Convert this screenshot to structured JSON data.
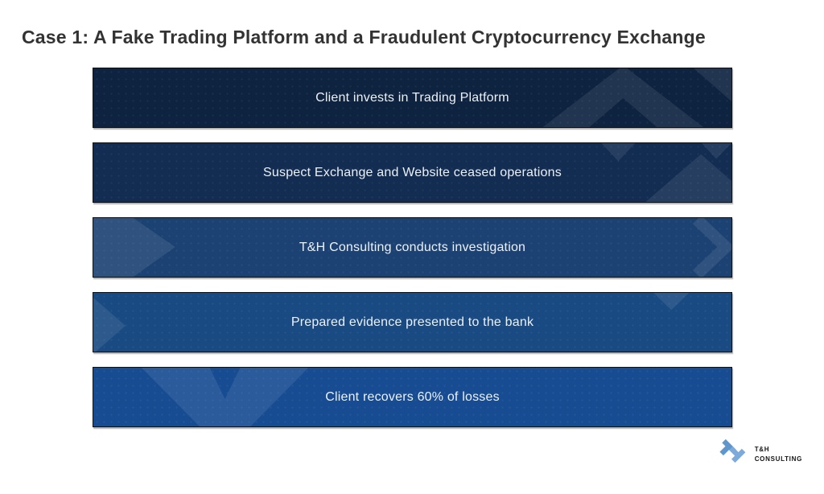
{
  "title": "Case 1: A Fake Trading Platform and a Fraudulent Cryptocurrency Exchange",
  "steps": [
    {
      "label": "Client invests in Trading Platform",
      "color": "#0E2340"
    },
    {
      "label": "Suspect Exchange and Website ceased operations",
      "color": "#122C52"
    },
    {
      "label": "T&H Consulting conducts investigation",
      "color": "#1C4273"
    },
    {
      "label": "Prepared evidence presented to the bank",
      "color": "#1A4A82"
    },
    {
      "label": "Client recovers 60% of losses",
      "color": "#174C92"
    }
  ],
  "logo": {
    "line1": "T&H",
    "line2": "CONSULTING"
  },
  "colors": {
    "page_bg": "#FFFFFF",
    "title_text": "#333333",
    "bar_text": "#EDF1F6",
    "bar_border": "#101010",
    "decor_overlay": "rgba(255,255,255,0.085)",
    "logo_blue_top": "#5F97CC",
    "logo_blue_bottom": "#7CABDB",
    "logo_text": "#141414"
  }
}
